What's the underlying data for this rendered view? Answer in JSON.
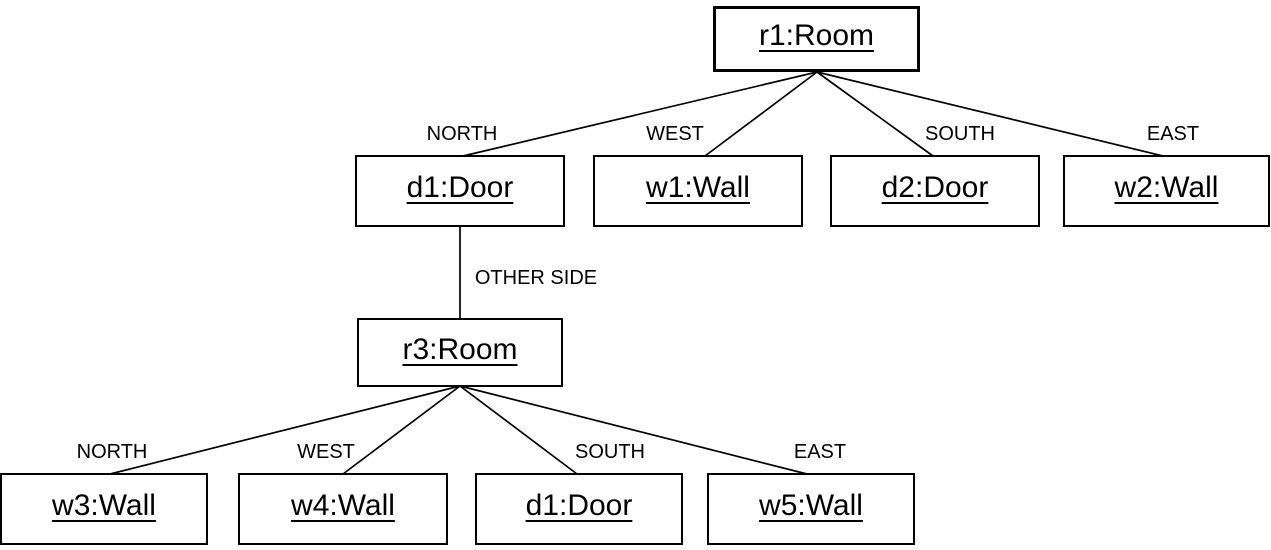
{
  "diagram": {
    "type": "uml-object-diagram",
    "background_color": "#ffffff",
    "stroke_color": "#000000",
    "text_color": "#000000",
    "nodes": [
      {
        "id": "r1",
        "label": "r1:Room"
      },
      {
        "id": "d1",
        "label": "d1:Door"
      },
      {
        "id": "w1",
        "label": "w1:Wall"
      },
      {
        "id": "d2",
        "label": "d2:Door"
      },
      {
        "id": "w2",
        "label": "w2:Wall"
      },
      {
        "id": "r3",
        "label": "r3:Room"
      },
      {
        "id": "w3",
        "label": "w3:Wall"
      },
      {
        "id": "w4",
        "label": "w4:Wall"
      },
      {
        "id": "d1b",
        "label": "d1:Door"
      },
      {
        "id": "w5",
        "label": "w5:Wall"
      }
    ],
    "edges": [
      {
        "from": "r1",
        "to": "d1",
        "label": "NORTH"
      },
      {
        "from": "r1",
        "to": "w1",
        "label": "WEST"
      },
      {
        "from": "r1",
        "to": "d2",
        "label": "SOUTH"
      },
      {
        "from": "r1",
        "to": "w2",
        "label": "EAST"
      },
      {
        "from": "d1",
        "to": "r3",
        "label": "OTHER SIDE"
      },
      {
        "from": "r3",
        "to": "w3",
        "label": "NORTH"
      },
      {
        "from": "r3",
        "to": "w4",
        "label": "WEST"
      },
      {
        "from": "r3",
        "to": "d1b",
        "label": "SOUTH"
      },
      {
        "from": "r3",
        "to": "w5",
        "label": "EAST"
      }
    ]
  }
}
